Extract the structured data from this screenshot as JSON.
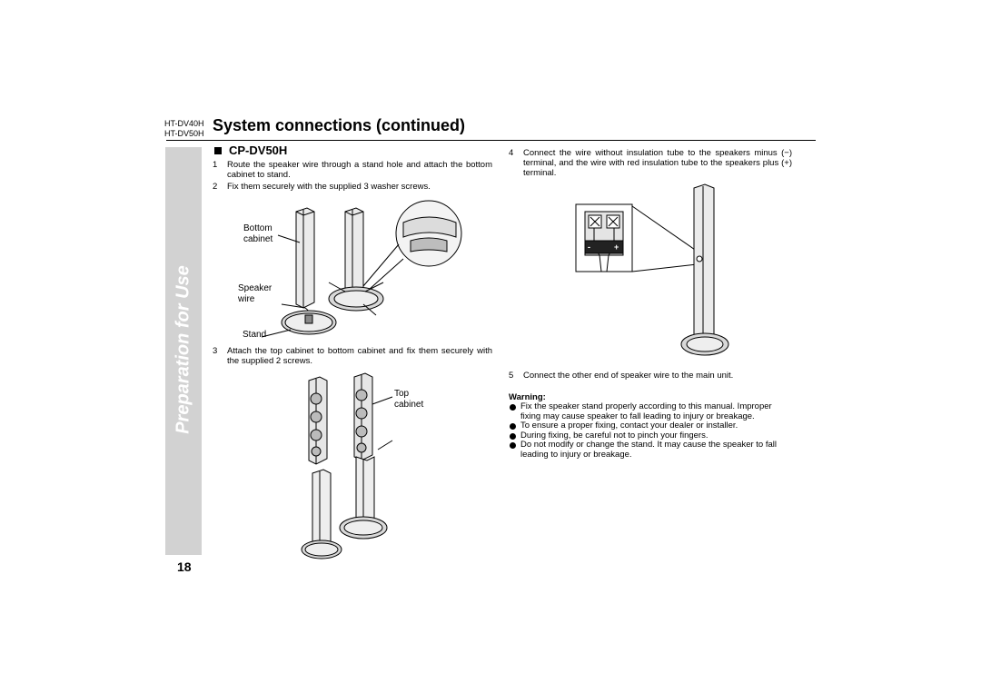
{
  "header": {
    "models": [
      "HT-DV40H",
      "HT-DV50H"
    ],
    "title": "System connections (continued)"
  },
  "side_tab": {
    "label": "Preparation for Use"
  },
  "page_number": "18",
  "section": {
    "heading": "CP-DV50H"
  },
  "steps": {
    "s1": {
      "num": "1",
      "text": "Route the speaker wire through a stand hole and attach the bottom cabinet to stand."
    },
    "s2": {
      "num": "2",
      "text": "Fix them securely with the supplied 3 washer screws."
    },
    "s3": {
      "num": "3",
      "text": "Attach the top cabinet to bottom cabinet and fix them securely with the supplied 2 screws."
    },
    "s4": {
      "num": "4",
      "text": "Connect the wire without insulation tube to the speakers minus (−) terminal, and the wire with red insulation tube to the speakers plus (+) terminal."
    },
    "s5": {
      "num": "5",
      "text": "Connect the other end of speaker wire to the main unit."
    }
  },
  "labels": {
    "bottom": "Bottom",
    "cabinet": "cabinet",
    "speaker": "Speaker",
    "wire": "wire",
    "stand": "Stand",
    "top": "Top",
    "top_cabinet": "cabinet",
    "minus": "-",
    "plus": "+"
  },
  "warning": {
    "title": "Warning:",
    "items": [
      "Fix the speaker stand properly according to this manual. Improper fixing may cause speaker to fall leading to injury or breakage.",
      "To ensure a proper fixing, contact your dealer or installer.",
      "During fixing, be careful not to pinch your fingers.",
      "Do not modify or change the stand. It may cause the speaker to fall leading to injury or breakage."
    ]
  }
}
